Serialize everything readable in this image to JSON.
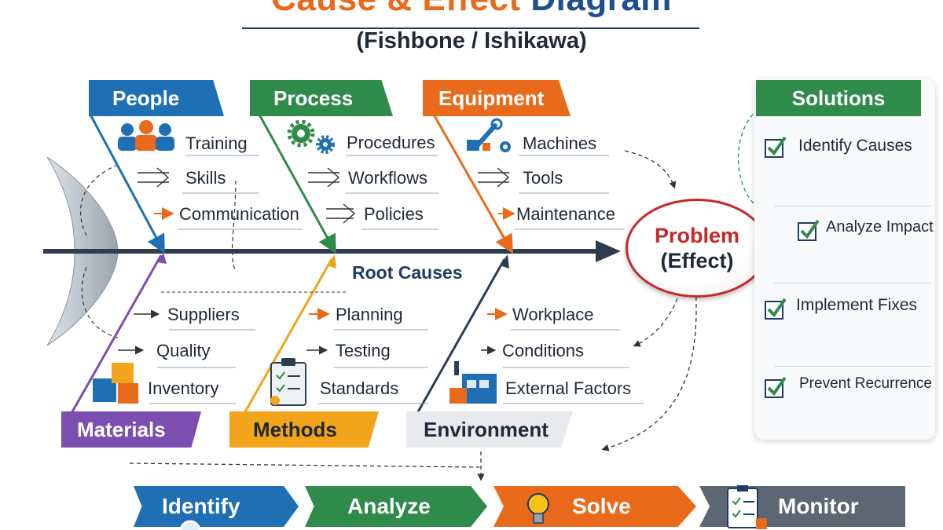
{
  "header": {
    "title_part1": "Cause & Effect",
    "title_part2": "Diagram",
    "subtitle": "(Fishbone / Ishikawa)"
  },
  "colors": {
    "people": "#1f6fb5",
    "process": "#2e8b4a",
    "equipment": "#ea6a1b",
    "materials": "#7a4fb0",
    "methods": "#f2a51a",
    "environment": "#e8eaed",
    "problem_border": "#c62828",
    "spine": "#2d3e50"
  },
  "categories": {
    "people": {
      "label": "People",
      "items": [
        "Training",
        "Skills",
        "Communication"
      ]
    },
    "process": {
      "label": "Process",
      "items": [
        "Procedures",
        "Workflows",
        "Policies"
      ]
    },
    "equipment": {
      "label": "Equipment",
      "items": [
        "Machines",
        "Tools",
        "Maintenance"
      ]
    },
    "materials": {
      "label": "Materials",
      "items": [
        "Suppliers",
        "Quality",
        "Inventory"
      ]
    },
    "methods": {
      "label": "Methods",
      "items": [
        "Planning",
        "Testing",
        "Standards"
      ]
    },
    "environment": {
      "label": "Environment",
      "items": [
        "Workplace",
        "Conditions",
        "External Factors"
      ]
    }
  },
  "spine_label": "Root Causes",
  "problem": {
    "title": "Problem",
    "subtitle": "(Effect)"
  },
  "solutions": {
    "heading": "Solutions",
    "items": [
      "Identify Causes",
      "Analyze Impact",
      "Implement Fixes",
      "Prevent Recurrence"
    ]
  },
  "steps": [
    "Identify",
    "Analyze",
    "Solve",
    "Monitor"
  ],
  "icons": [
    "people-group-icon",
    "gears-icon",
    "wrench-gear-icon",
    "boxes-icon",
    "clipboard-icon",
    "factory-icon",
    "magnifier-icon",
    "bar-chart-icon",
    "tools-icon",
    "shield-icon",
    "lightbulb-icon",
    "checklist-icon",
    "checkmark-icon"
  ]
}
